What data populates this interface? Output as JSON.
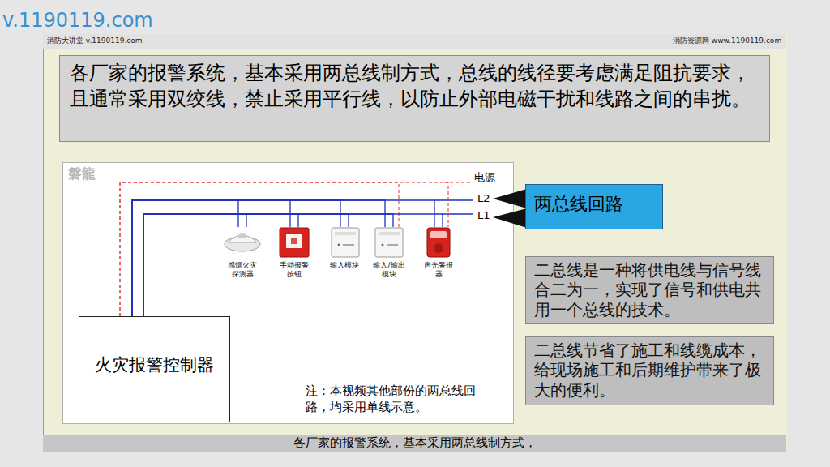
{
  "diagram": {
    "nodes": [
      {
        "text": [
          "各厂家的报警系统，基本采用两总线制方式，总线的线径要考虑满足阻抗要求，且通常采用双绞线，禁止采用平行线，以防止外部电磁干扰和线路之间的串扰。"
        ]
      },
      {
        "text": [
          "感烟火灾探测器"
        ]
      },
      {
        "text": [
          "手动报警按钮"
        ]
      },
      {
        "text": [
          "输入模块"
        ]
      },
      {
        "text": [
          "输入/输出模块"
        ]
      },
      {
        "text": [
          "声光警报器"
        ]
      },
      {
        "text": [
          "火灾报警控制器"
        ]
      },
      {
        "text": [
          "两总线回路"
        ]
      },
      {
        "text": [
          "二总线是一种将供电线与信号线合二为一，实现了信号和供电共用一个总线的技术。"
        ]
      },
      {
        "text": [
          "二总线节省了施工和线缆成本，给现场施工和后期维护带来了极大的便利。"
        ]
      },
      {
        "text": [
          "各厂家的报警系统，基本采用两总线制方式，"
        ]
      }
    ],
    "edges": [
      {
        "from": 6,
        "to": 1,
        "arrow": "none"
      },
      {
        "from": 6,
        "to": 2,
        "arrow": "none"
      },
      {
        "from": 6,
        "to": 3,
        "arrow": "none"
      },
      {
        "from": 6,
        "to": 4,
        "arrow": "none"
      },
      {
        "from": 6,
        "to": 5,
        "arrow": "none"
      }
    ],
    "labels": [
      "v.1190119.com",
      "消防大讲堂 v.1190119.com",
      "消防资源网 www.1190119.com",
      "磐龍",
      "电源",
      "L2",
      "L1",
      "注：本视频其他部份的两总线回路，均采用单线示意。"
    ]
  }
}
